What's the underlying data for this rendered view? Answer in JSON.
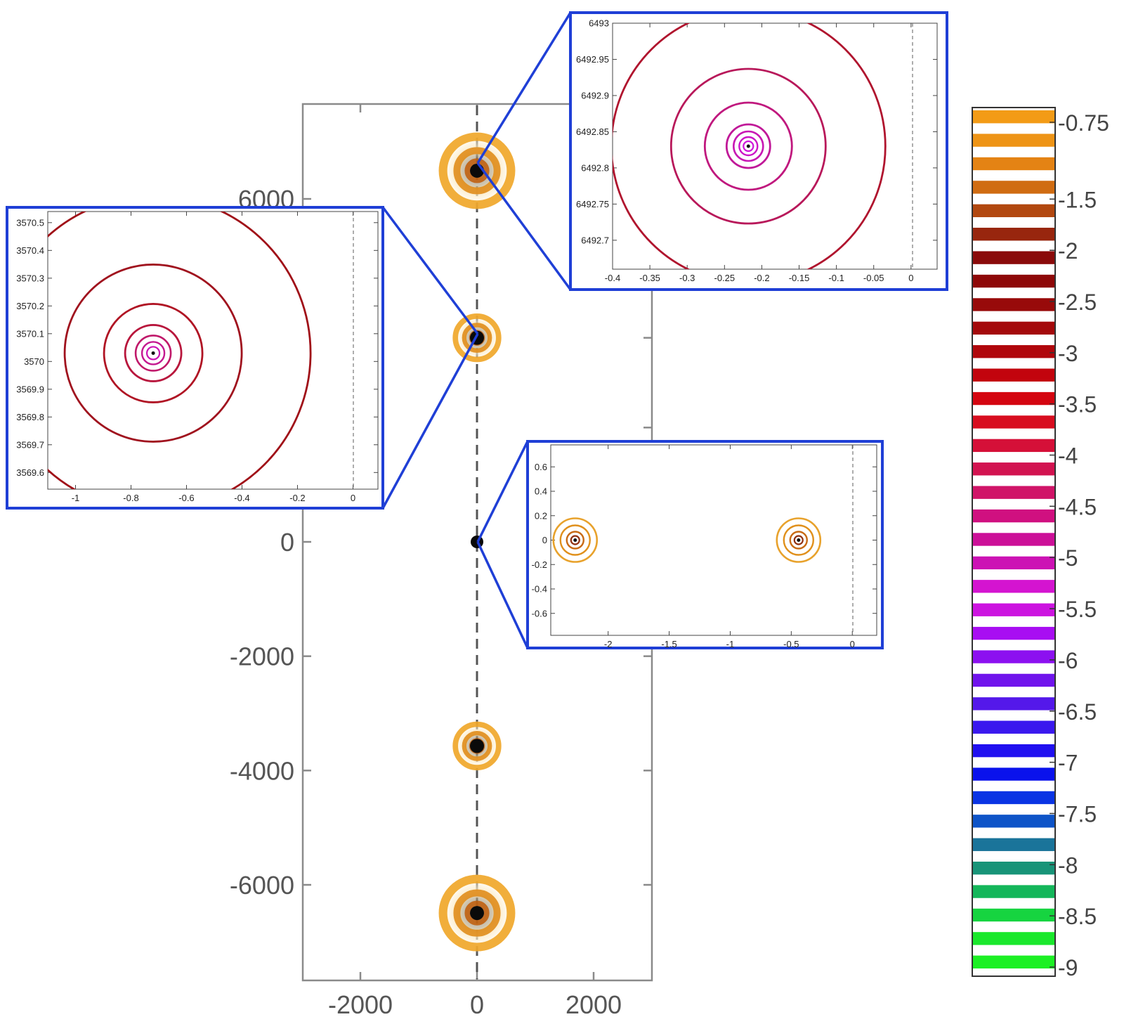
{
  "chart_data": [
    {
      "id": "main",
      "type": "contour",
      "xlim": [
        -3000,
        3000
      ],
      "ylim": [
        -7500,
        7500
      ],
      "x_ticks": [
        -2000,
        0,
        2000
      ],
      "x_tick_labels": [
        "-2000",
        "0",
        "2000"
      ],
      "y_ticks": [
        -6000,
        -4000,
        -2000,
        0,
        6000
      ],
      "y_tick_labels": [
        "-6000",
        "-4000",
        "-2000",
        "0",
        "6000"
      ],
      "dashed_line_x": 0,
      "points": [
        {
          "x": 0,
          "y": 6493,
          "halo": 0.55
        },
        {
          "x": 0,
          "y": 3570,
          "halo": 0.35
        },
        {
          "x": 0,
          "y": 0,
          "halo": 0
        },
        {
          "x": 0,
          "y": -3570,
          "halo": 0.35
        },
        {
          "x": 0,
          "y": -6493,
          "halo": 0.55
        }
      ]
    },
    {
      "id": "inset-top",
      "type": "contour",
      "xlim": [
        -0.4,
        0.035
      ],
      "ylim": [
        6492.66,
        6493.0
      ],
      "x_tick_labels": [
        "-0.4",
        "-0.35",
        "-0.3",
        "-0.25",
        "-0.2",
        "-0.15",
        "-0.1",
        "-0.05",
        "0"
      ],
      "y_tick_labels": [
        "6493",
        "6492.95",
        "6492.9",
        "6492.85",
        "6492.8",
        "6492.75",
        "6492.7"
      ],
      "center": {
        "x": -0.218,
        "y": 6492.83
      },
      "dashed_line_x": 0
    },
    {
      "id": "inset-left",
      "type": "contour",
      "xlim": [
        -1.1,
        0.09
      ],
      "ylim": [
        3569.54,
        3570.54
      ],
      "x_tick_labels": [
        "-1",
        "-0.8",
        "-0.6",
        "-0.4",
        "-0.2",
        "0"
      ],
      "y_tick_labels": [
        "3570.5",
        "3570.4",
        "3570.3",
        "3570.2",
        "3570.1",
        "3570",
        "3569.9",
        "3569.8",
        "3569.7",
        "3569.6"
      ],
      "center": {
        "x": -0.72,
        "y": 3570.03
      },
      "dashed_line_x": 0
    },
    {
      "id": "inset-mid",
      "type": "contour",
      "xlim": [
        -2.47,
        0.2
      ],
      "ylim": [
        -0.78,
        0.78
      ],
      "x_tick_labels": [
        "-2",
        "-1.5",
        "-1",
        "-0.5",
        "0"
      ],
      "y_tick_labels": [
        "0.6",
        "0.4",
        "0.2",
        "0",
        "-0.2",
        "-0.4",
        "-0.6"
      ],
      "centers": [
        {
          "x": -2.27,
          "y": 0
        },
        {
          "x": -0.44,
          "y": 0
        }
      ],
      "dashed_line_x": 0
    },
    {
      "id": "colorbar",
      "type": "colorbar",
      "range": [
        -9,
        -0.5
      ],
      "tick_labels": [
        "-0.75",
        "-1.5",
        "-2",
        "-2.5",
        "-3",
        "-3.5",
        "-4",
        "-4.5",
        "-5",
        "-5.5",
        "-6",
        "-6.5",
        "-7",
        "-7.5",
        "-8",
        "-8.5",
        "-9"
      ],
      "band_colors": [
        "#f39b16",
        "#ee9416",
        "#e48314",
        "#d06c12",
        "#b24810",
        "#98260e",
        "#8a0a0a",
        "#8e0808",
        "#980a0a",
        "#a4090b",
        "#b0070c",
        "#c2040d",
        "#d40510",
        "#d80d1f",
        "#d51038",
        "#d21350",
        "#d01468",
        "#d01080",
        "#cc1098",
        "#cc12b4",
        "#d414d0",
        "#cc14e0",
        "#a80ef2",
        "#8c10f0",
        "#7014ec",
        "#5418ea",
        "#3a18ee",
        "#2010f0",
        "#0a12ec",
        "#0a34e4",
        "#0e54c8",
        "#1a749a",
        "#189478",
        "#14b65a",
        "#16d440",
        "#1ae82c",
        "#1cf024"
      ]
    }
  ]
}
